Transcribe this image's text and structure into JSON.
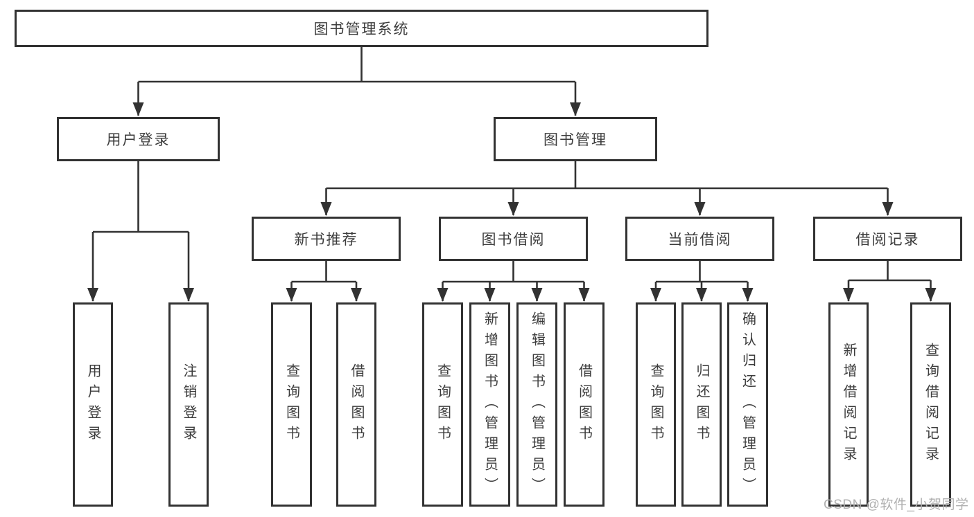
{
  "nodes": {
    "root": {
      "label": "图书管理系统"
    },
    "user_login": {
      "label": "用户登录"
    },
    "book_management": {
      "label": "图书管理"
    },
    "new_book_recommend": {
      "label": "新书推荐"
    },
    "book_borrow": {
      "label": "图书借阅"
    },
    "current_borrow": {
      "label": "当前借阅"
    },
    "borrow_records": {
      "label": "借阅记录"
    },
    "leaf_user_login": {
      "label": "用户登录"
    },
    "leaf_logout": {
      "label": "注销登录"
    },
    "nb_query_books": {
      "label": "查询图书"
    },
    "nb_borrow_books": {
      "label": "借阅图书"
    },
    "bb_query_books": {
      "label": "查询图书"
    },
    "bb_add_books": {
      "label": "新增图书（管理员）"
    },
    "bb_edit_books": {
      "label": "编辑图书（管理员）"
    },
    "bb_borrow_books": {
      "label": "借阅图书"
    },
    "cb_query_books": {
      "label": "查询图书"
    },
    "cb_return_books": {
      "label": "归还图书"
    },
    "cb_confirm_return": {
      "label": "确认归还（管理员）"
    },
    "br_add_record": {
      "label": "新增借阅记录"
    },
    "br_query_record": {
      "label": "查询借阅记录"
    }
  },
  "hierarchy": {
    "root": [
      "user_login",
      "book_management"
    ],
    "user_login": [
      "leaf_user_login",
      "leaf_logout"
    ],
    "book_management": [
      "new_book_recommend",
      "book_borrow",
      "current_borrow",
      "borrow_records"
    ],
    "new_book_recommend": [
      "nb_query_books",
      "nb_borrow_books"
    ],
    "book_borrow": [
      "bb_query_books",
      "bb_add_books",
      "bb_edit_books",
      "bb_borrow_books"
    ],
    "current_borrow": [
      "cb_query_books",
      "cb_return_books",
      "cb_confirm_return"
    ],
    "borrow_records": [
      "br_add_record",
      "br_query_record"
    ]
  },
  "watermark": {
    "text": "CSDN @软件_小贺同学"
  },
  "colors": {
    "line": "#323232",
    "text": "#3c3c3c",
    "watermark": "#b0b0b0",
    "background": "#ffffff"
  }
}
